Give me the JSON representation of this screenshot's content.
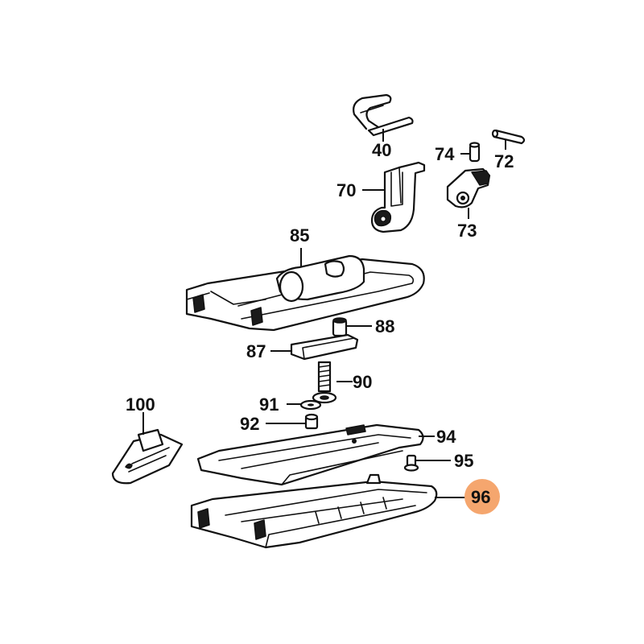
{
  "diagram": {
    "highlight_color": "#f5a66e",
    "line_color": "#111111",
    "labels": {
      "l40": "40",
      "l74": "74",
      "l72": "72",
      "l70": "70",
      "l73": "73",
      "l85": "85",
      "l88": "88",
      "l87": "87",
      "l90": "90",
      "l91": "91",
      "l92": "92",
      "l100": "100",
      "l94": "94",
      "l95": "95",
      "l96": "96"
    },
    "highlighted_part": "96"
  }
}
